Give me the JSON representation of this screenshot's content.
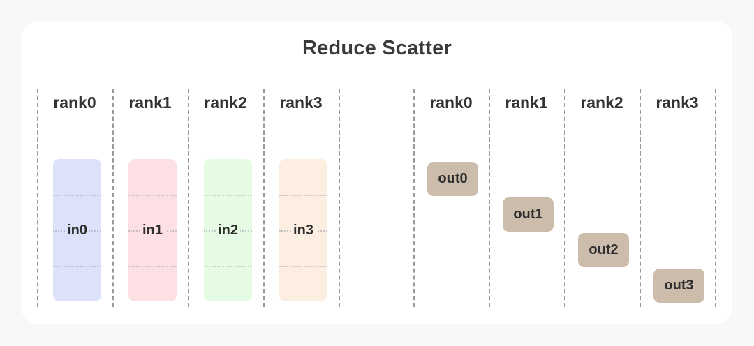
{
  "page": {
    "background_color": "#f8f8f8",
    "card_color": "#ffffff"
  },
  "diagram": {
    "title": "Reduce Scatter",
    "title_color": "#3a3a3a",
    "input_group": {
      "rank_labels": [
        "rank0",
        "rank1",
        "rank2",
        "rank3"
      ],
      "blocks": [
        {
          "label": "in0",
          "color": "#dde2fb"
        },
        {
          "label": "in1",
          "color": "#fde0e4"
        },
        {
          "label": "in2",
          "color": "#e6fbe3"
        },
        {
          "label": "in3",
          "color": "#fdeee2"
        }
      ],
      "segments_per_block": 4
    },
    "output_group": {
      "rank_labels": [
        "rank0",
        "rank1",
        "rank2",
        "rank3"
      ],
      "blocks": [
        {
          "label": "out0",
          "color": "#cbbcab",
          "segment_index": 0
        },
        {
          "label": "out1",
          "color": "#cbbcab",
          "segment_index": 1
        },
        {
          "label": "out2",
          "color": "#cbbcab",
          "segment_index": 2
        },
        {
          "label": "out3",
          "color": "#cbbcab",
          "segment_index": 3
        }
      ]
    },
    "separator_color": "#9a9a9a",
    "divider_color": "#7880963d"
  }
}
